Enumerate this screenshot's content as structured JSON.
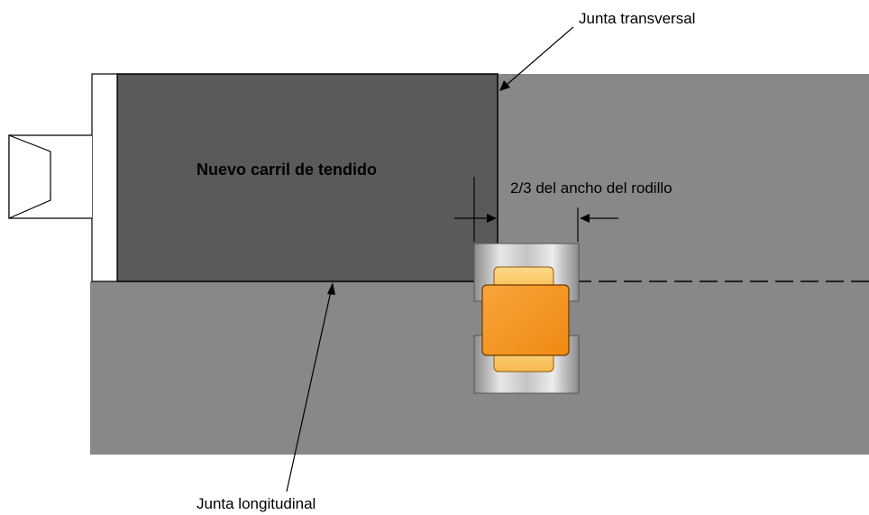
{
  "labels": {
    "new_lane": "Nuevo carril de tendido",
    "transverse_joint": "Junta transversal",
    "roller_width": "2/3 del ancho del rodillo",
    "longitudinal_joint": "Junta longitudinal"
  },
  "colors": {
    "existing_pavement": "#888888",
    "new_lane": "#5a5a5a",
    "roller_body": "#f7941d",
    "roller_seat": "#fdc96f",
    "drum": "#b8b8b8",
    "line": "#000000",
    "paver_fill": "#ffffff"
  },
  "icons": {
    "paver": "paver-icon",
    "roller": "roller-icon"
  }
}
